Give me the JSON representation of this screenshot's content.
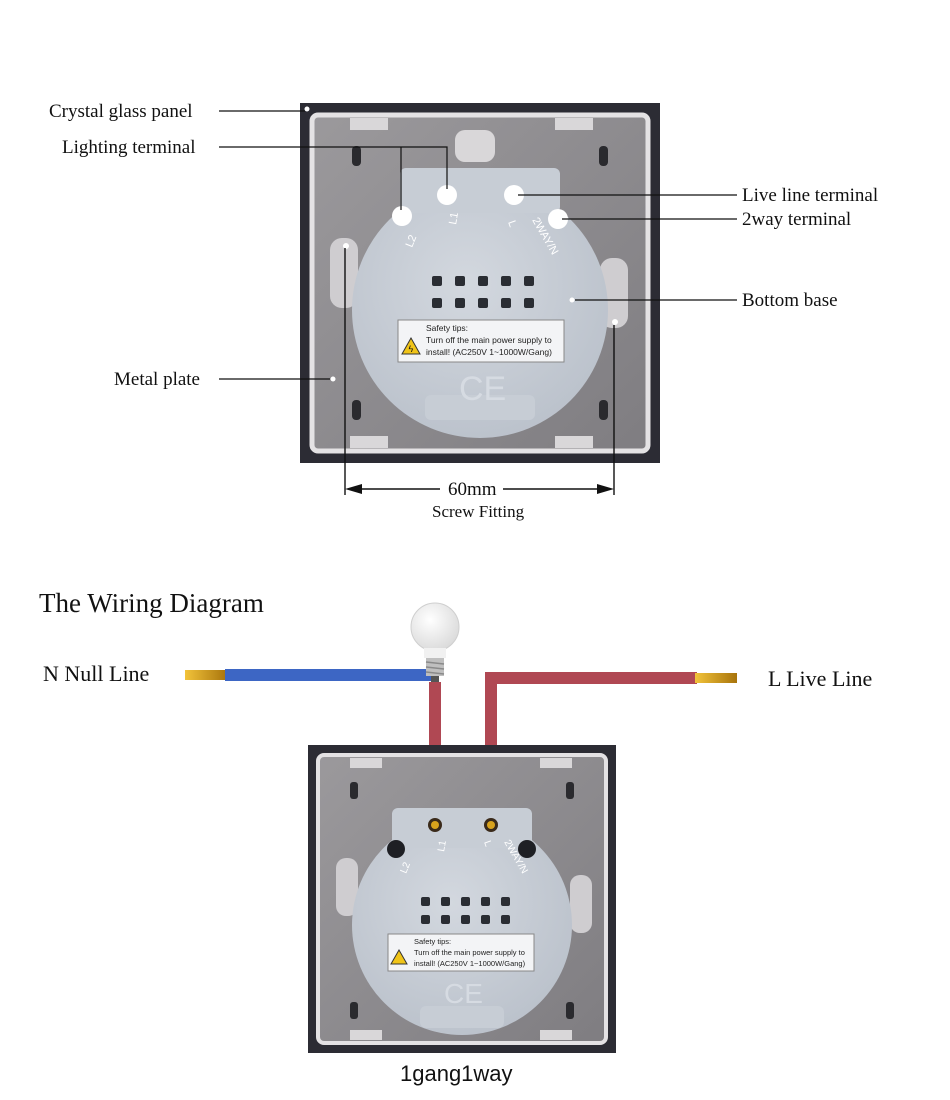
{
  "top_diagram": {
    "labels": {
      "crystal_glass_panel": "Crystal glass panel",
      "lighting_terminal": "Lighting terminal",
      "live_line_terminal": "Live line terminal",
      "two_way_terminal": "2way terminal",
      "bottom_base": "Bottom base",
      "metal_plate": "Metal plate"
    },
    "dimension": {
      "value": "60mm",
      "caption": "Screw Fitting"
    }
  },
  "terminals": {
    "l2": "L2",
    "l1": "L1",
    "l": "L",
    "two_way_n": "2WAY/N"
  },
  "safety": {
    "title": "Safety tips:",
    "line1": "Turn off the main power supply to",
    "line2": "install! (AC250V  1~1000W/Gang)"
  },
  "ce_mark": "CE",
  "wiring": {
    "title": "The Wiring Diagram",
    "null_line": "N Null Line",
    "live_line": "L Live Line",
    "caption": "1gang1way"
  },
  "colors": {
    "panel_frame": "#2c2c34",
    "metal_plate": "#8e8c8f",
    "base": "#c7cdd5",
    "neutral_wire": "#3d66c4",
    "live_wire": "#b04853",
    "copper": "#d8a21c"
  }
}
